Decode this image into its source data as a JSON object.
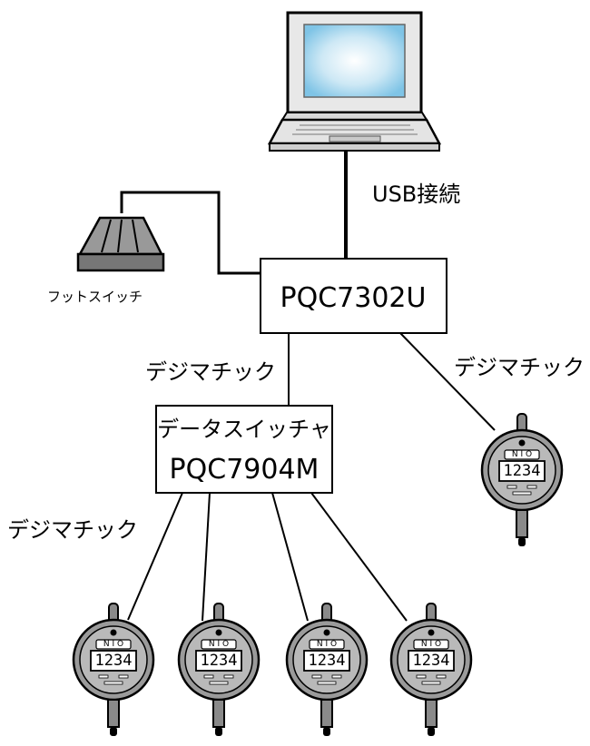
{
  "labels": {
    "usb": "USB接続",
    "footswitch": "フットスイッチ",
    "interface": "PQC7302U",
    "digimatic_top": "デジマチック",
    "digimatic_right": "デジマチック",
    "digimatic_left": "デジマチック",
    "switcher_line1": "データスイッチャ",
    "switcher_line2": "PQC7904M"
  },
  "gauge": {
    "display_value": "1234",
    "brand": "N I O"
  }
}
